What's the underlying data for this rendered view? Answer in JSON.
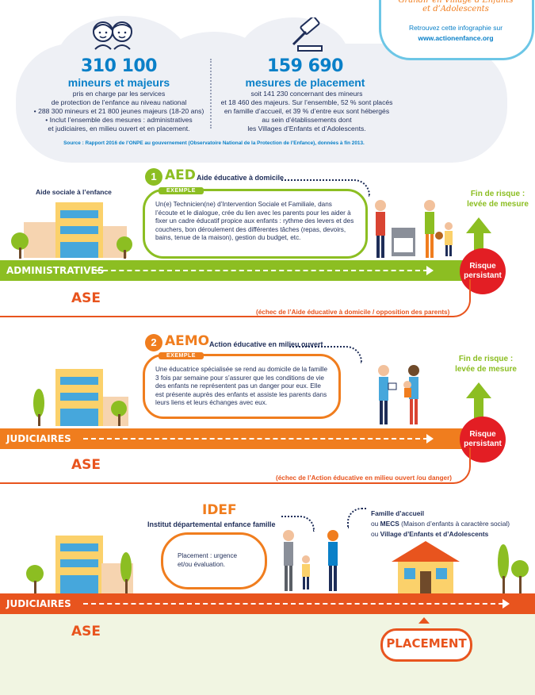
{
  "header": {
    "stat1": {
      "number": "310 100",
      "title": "mineurs et majeurs",
      "lines": [
        "pris en charge par les services",
        "de protection de l’enfance au niveau national",
        "• 288 300 mineurs et 21 800 jeunes majeurs (18-20 ans)",
        "• Inclut l’ensemble des mesures : administratives",
        "et judiciaires, en milieu ouvert et en placement."
      ]
    },
    "stat2": {
      "number": "159 690",
      "title": "mesures de placement",
      "lines": [
        "soit 141 230 concernant des mineurs",
        "et 18 460 des majeurs. Sur l’ensemble, 52 % sont placés",
        "en famille d’accueil, et 39 % d’entre eux sont hébergés",
        "au sein d’établissements dont",
        "les Villages d’Enfants et d’Adolescents."
      ]
    },
    "source": "Source : Rapport 2016 de l’ONPE au gouvernement (Observatoire National de la Protection de l’Enfance), données à fin 2013.",
    "corner": {
      "script": "Grandir en Village d’Enfants et d’Adolescents",
      "line1": "Retrouvez cette infographie sur",
      "line2": "www.actionenfance.org"
    }
  },
  "section1": {
    "num": "1",
    "acronym": "AED",
    "label": "Aide éducative à domicile",
    "left_label": "Aide sociale à l’enfance",
    "example": "EXEMPLE",
    "text": "Un(e) Technicien(ne) d’Intervention Sociale et Familiale, dans l’écoute et le dialogue, crée du lien avec les parents pour les aider à fixer un cadre éducatif propice aux enfants : rythme des levers et des couchers, bon déroulement des différentes tâches (repas, devoirs, bains, tenue de la maison), gestion du budget, etc.",
    "fin": [
      "Fin de risque :",
      "levée de mesure"
    ],
    "band": "ADMINISTRATIVES",
    "risk": [
      "Risque",
      "persistant"
    ],
    "ase": "ASE",
    "echec": "(échec de l’Aide éducative à domicile / opposition des parents)"
  },
  "section2": {
    "num": "2",
    "acronym": "AEMO",
    "label": "Action éducative en milieu ouvert",
    "example": "EXEMPLE",
    "text": "Une éducatrice spécialisée se rend au domicile de la famille 3 fois par semaine pour s’assurer que les conditions de vie des enfants ne représentent pas un danger pour eux. Elle est présente auprès des enfants et assiste les parents dans leurs liens et leurs échanges avec eux.",
    "fin": [
      "Fin de risque :",
      "levée de mesure"
    ],
    "band": "JUDICIAIRES",
    "risk": [
      "Risque",
      "persistant"
    ],
    "ase": "ASE",
    "echec": "(échec de l’Action éducative en milieu ouvert /ou danger)"
  },
  "section3": {
    "acronym": "IDEF",
    "label": "Institut départemental enfance famille",
    "text": "Placement : urgence et/ou évaluation.",
    "dest_line1_bold": "Famille d’accueil",
    "dest_line2_pre": "ou ",
    "dest_line2_bold": "MECS",
    "dest_line2_post": " (Maison d’enfants à caractère social)",
    "dest_line3_pre": "ou ",
    "dest_line3_bold": "Village d’Enfants et d’Adolescents",
    "band": "JUDICIAIRES",
    "ase": "ASE",
    "placement": "PLACEMENT"
  },
  "colors": {
    "blue": "#0a80c8",
    "green": "#8cbe22",
    "orange": "#f07d1e",
    "red": "#e31e24",
    "navy": "#1e2d58"
  }
}
